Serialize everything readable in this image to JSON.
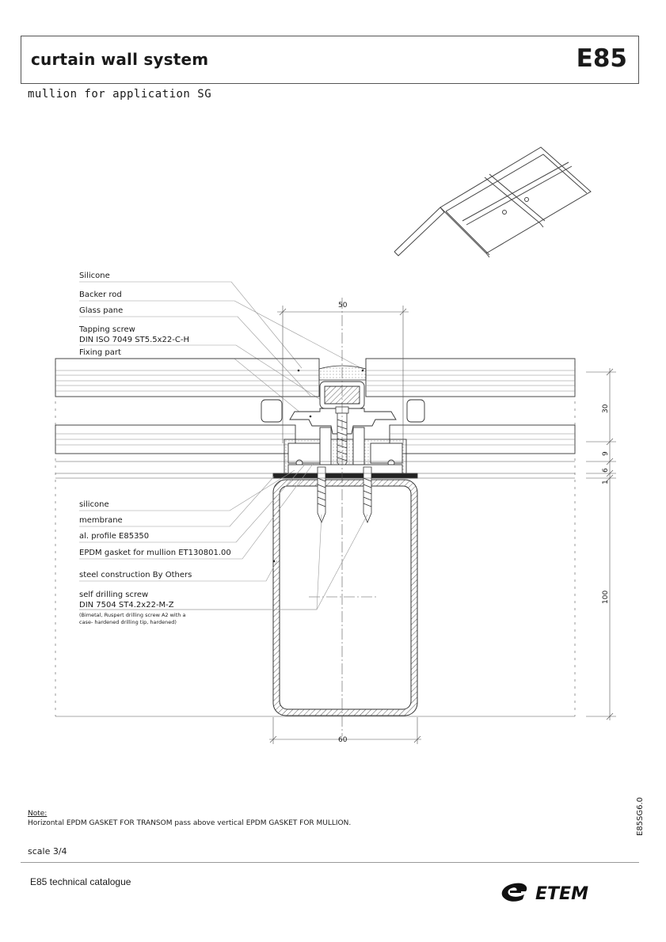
{
  "header": {
    "title": "curtain wall system",
    "code": "E85",
    "subtitle": "mullion for application SG"
  },
  "labels": {
    "silicone_top": "Silicone",
    "backer_rod": "Backer rod",
    "glass_pane": "Glass pane",
    "tapping_screw": "Tapping screw",
    "tapping_screw_spec": "DIN ISO 7049 ST5.5x22-C-H",
    "fixing_part": "Fixing part",
    "silicone_bottom": "silicone",
    "membrane": "membrane",
    "al_profile": "al. profile E85350",
    "epdm_gasket": "EPDM gasket for mullion ET130801.00",
    "steel_construction": "steel construction By Others",
    "self_drilling_screw": "self drilling screw",
    "self_drilling_spec": "DIN 7504 ST4.2x22-M-Z",
    "self_drilling_note": "(Bimetal, Ruspert drilling screw A2 with a case- hardened drilling tip, hardened)"
  },
  "dimensions": {
    "top_width": "50",
    "bottom_width": "60",
    "v_30": "30",
    "v_9": "9",
    "v_6": "6",
    "v_1": "1",
    "v_100": "100"
  },
  "note": {
    "title": "Note:",
    "text": "Horizontal EPDM GASKET FOR TRANSOM pass above vertical EPDM GASKET FOR MULLION."
  },
  "scale": "scale 3/4",
  "drawing_code": "E85SG6.0",
  "footer": {
    "catalogue": "E85 technical catalogue",
    "brand": "ETEM"
  }
}
